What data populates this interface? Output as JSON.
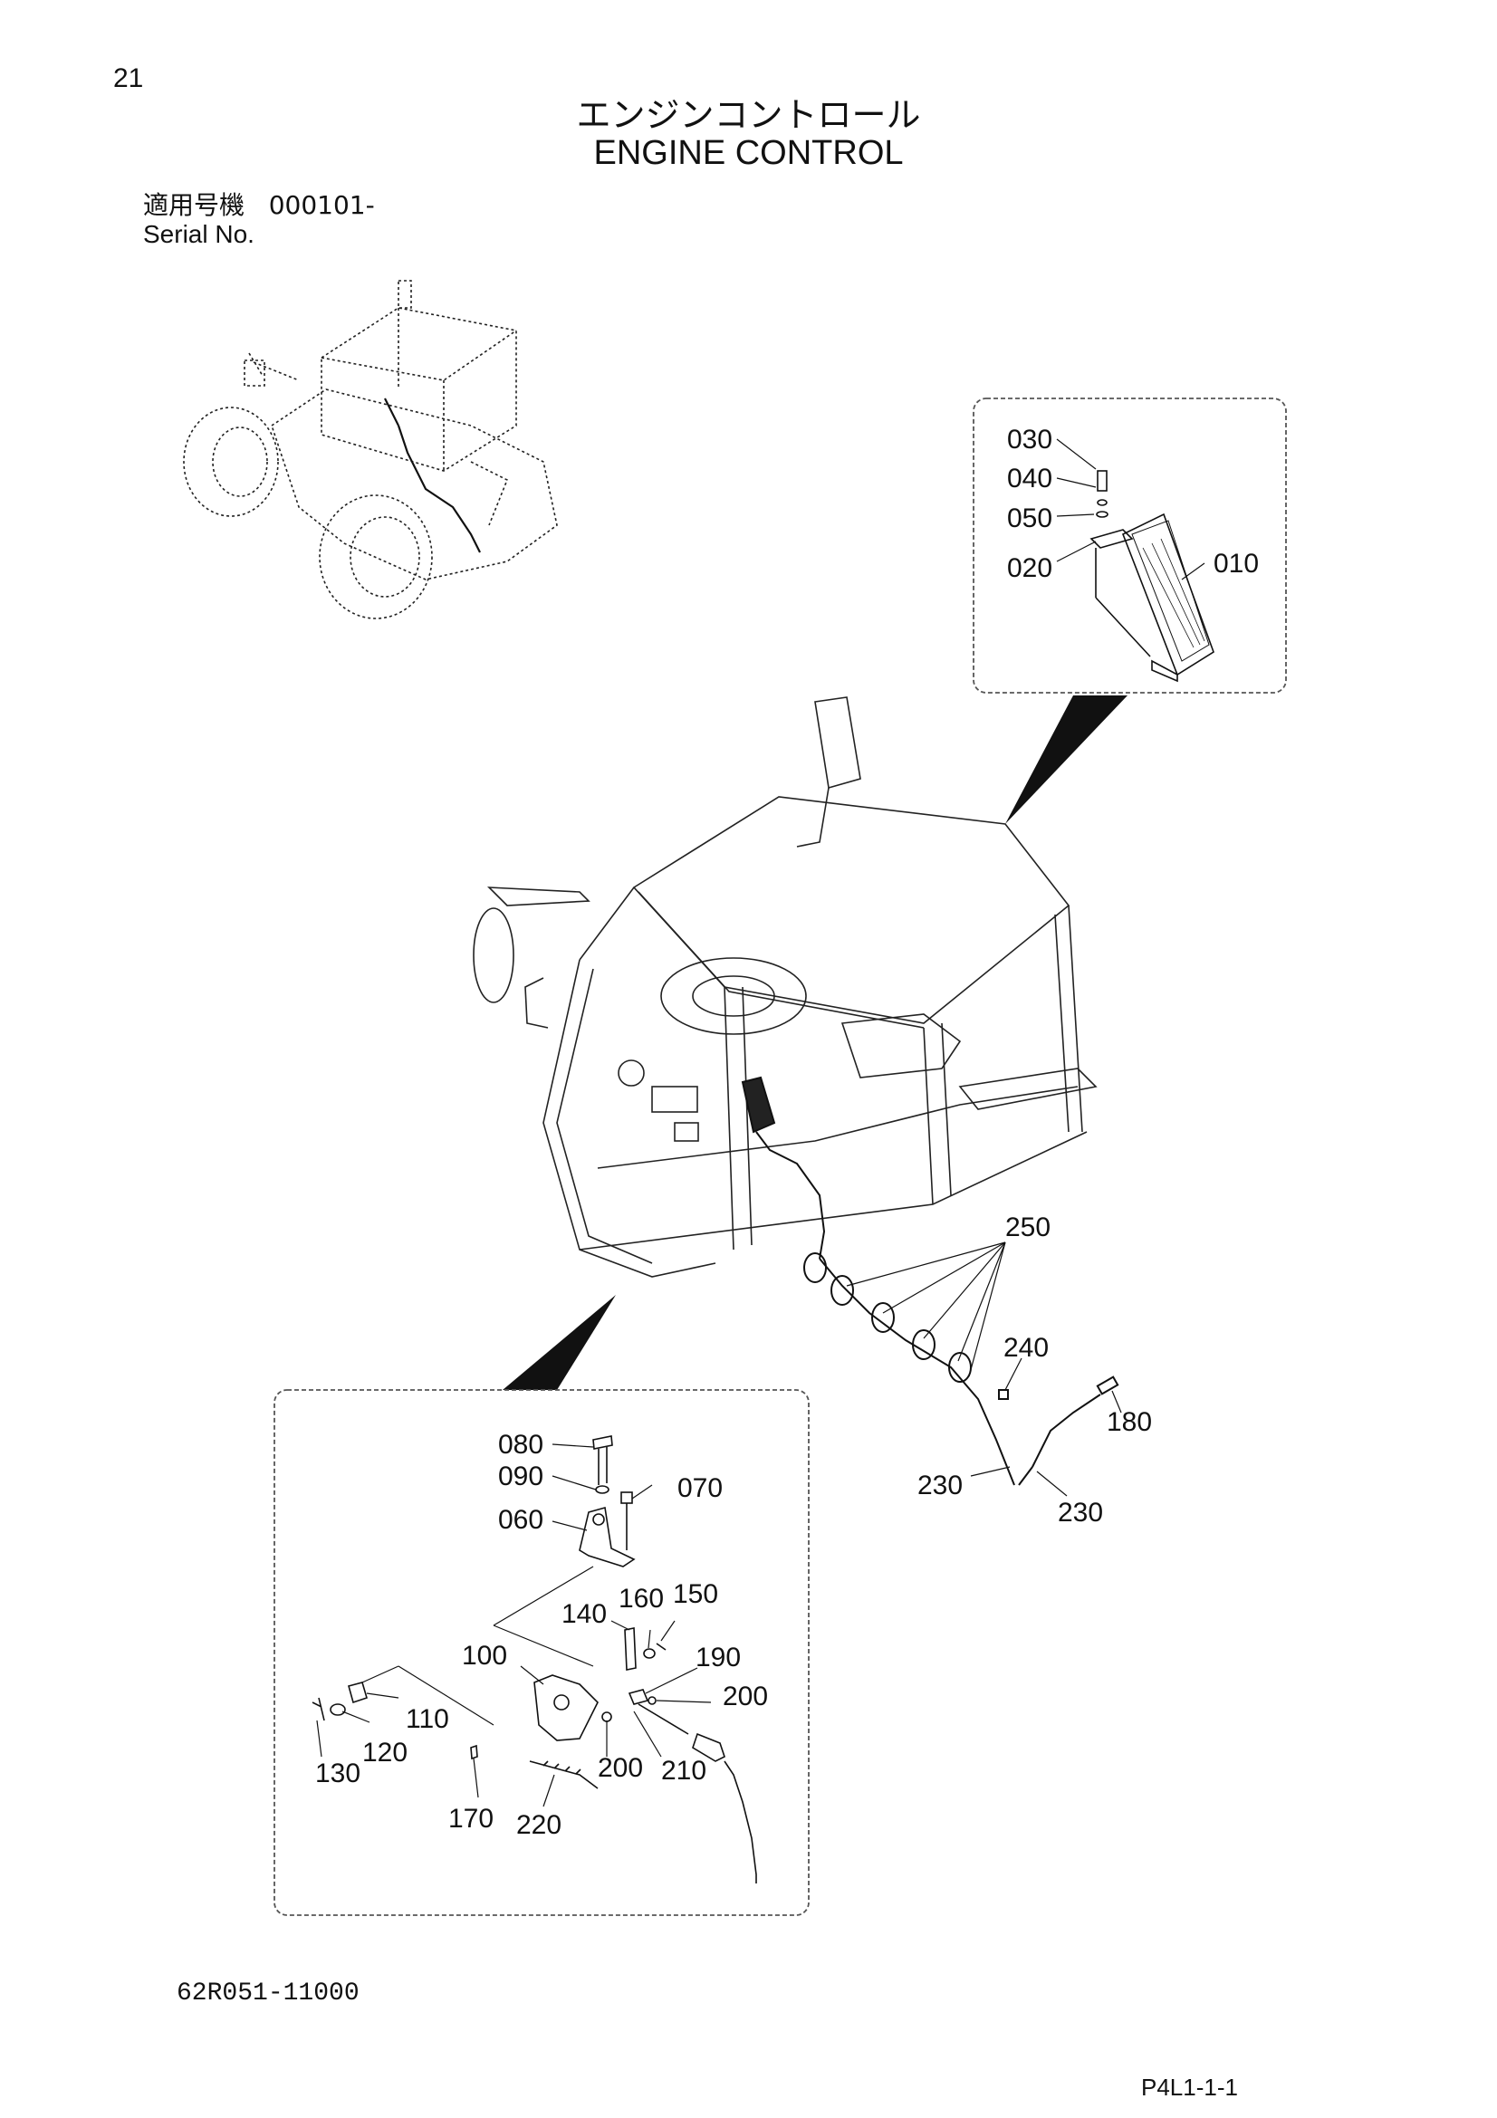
{
  "page": {
    "number": "21",
    "doc_code": "62R051-11000",
    "page_code": "P4L1-1-1"
  },
  "title": {
    "japanese": "エンジンコントロール",
    "english": "ENGINE CONTROL"
  },
  "serial": {
    "label_jp": "適用号機",
    "value": "000101-",
    "label_en": "Serial No."
  },
  "part_labels": {
    "p010": "010",
    "p020": "020",
    "p030": "030",
    "p040": "040",
    "p050": "050",
    "p060": "060",
    "p070": "070",
    "p080": "080",
    "p090": "090",
    "p100": "100",
    "p110": "110",
    "p120": "120",
    "p130": "130",
    "p140": "140",
    "p150": "150",
    "p160": "160",
    "p170": "170",
    "p180": "180",
    "p190": "190",
    "p200a": "200",
    "p200b": "200",
    "p210": "210",
    "p220": "220",
    "p230a": "230",
    "p230b": "230",
    "p240": "240",
    "p250": "250"
  }
}
